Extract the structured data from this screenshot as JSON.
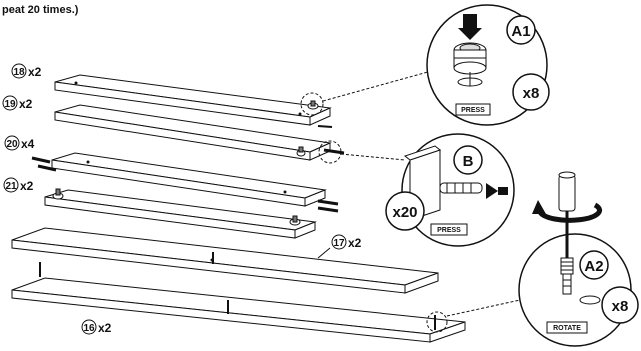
{
  "instruction": {
    "header_text": "peat 20 times.)"
  },
  "parts": [
    {
      "id": "18",
      "qty": "x2"
    },
    {
      "id": "19",
      "qty": "x2"
    },
    {
      "id": "20",
      "qty": "x4"
    },
    {
      "id": "21",
      "qty": "x2"
    },
    {
      "id": "17",
      "qty": "x2"
    },
    {
      "id": "16",
      "qty": "x2"
    }
  ],
  "callouts": {
    "a1": {
      "letter": "A1",
      "qty": "x8",
      "action": "PRESS"
    },
    "b": {
      "letter": "B",
      "qty": "x20",
      "action": "PRESS"
    },
    "a2": {
      "letter": "A2",
      "qty": "x8",
      "action": "ROTATE"
    }
  }
}
